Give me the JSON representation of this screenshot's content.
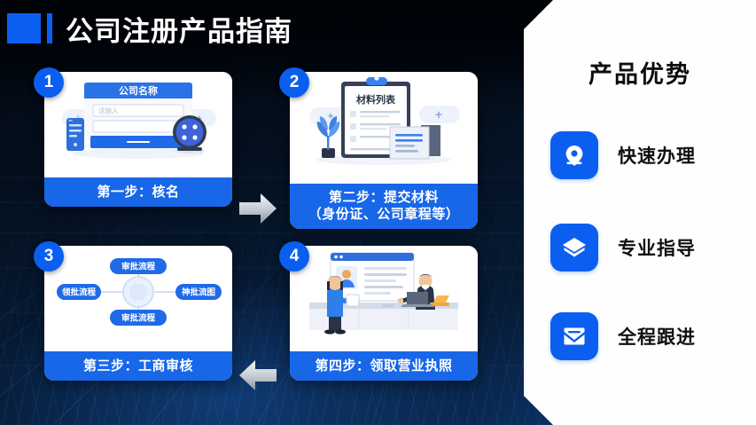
{
  "header": {
    "title": "公司注册产品指南"
  },
  "steps": [
    {
      "number": "1",
      "label": "第一步：核名",
      "art": {
        "kind": "name-check-form",
        "form_title": "公司名称",
        "input_placeholder": "请输入"
      }
    },
    {
      "number": "2",
      "label": "第二步：提交材料\n（身份证、公司章程等）",
      "art": {
        "kind": "materials-clipboard",
        "clipboard_title": "材料列表"
      }
    },
    {
      "number": "3",
      "label": "第三步：工商审核",
      "art": {
        "kind": "approval-hub-diagram",
        "nodes": {
          "top": "审批流程",
          "left": "领批流程",
          "right": "神批流图",
          "bottom": "审批流程"
        }
      }
    },
    {
      "number": "4",
      "label": "第四步：领取营业执照",
      "art": {
        "kind": "service-counter"
      }
    }
  ],
  "flow": {
    "arrow_right": "arrow-right-icon",
    "arrow_left": "arrow-left-icon"
  },
  "advantages": {
    "title": "产品优势",
    "items": [
      {
        "label": "快速办理",
        "icon": "location-pin-icon"
      },
      {
        "label": "专业指导",
        "icon": "graduation-cap-icon"
      },
      {
        "label": "全程跟进",
        "icon": "envelope-icon"
      }
    ]
  },
  "colors": {
    "accent_blue": "#0b5ff0",
    "card_label_blue": "#1767e8",
    "panel_white": "#fefefe",
    "background_navy": "#061a33"
  }
}
